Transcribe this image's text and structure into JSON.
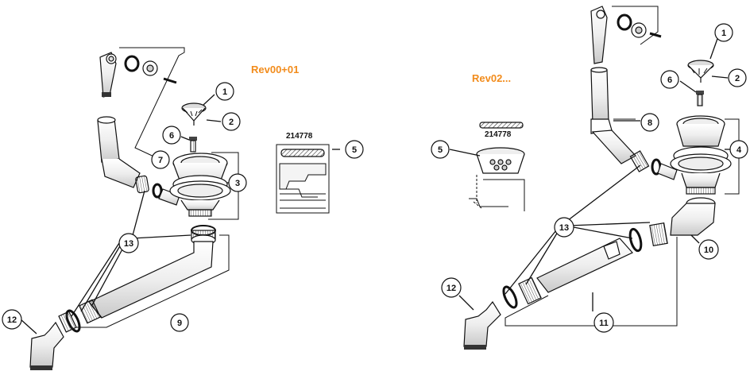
{
  "labels": {
    "rev_left": "Rev00+01",
    "rev_right": "Rev02...",
    "partno_left": "214778",
    "partno_right": "214778"
  },
  "callouts": {
    "left": {
      "c1": "1",
      "c2": "2",
      "c3": "3",
      "c5": "5",
      "c6": "6",
      "c7": "7",
      "c9": "9",
      "c12": "12",
      "c13": "13"
    },
    "right": {
      "c1": "1",
      "c2": "2",
      "c4": "4",
      "c5": "5",
      "c6": "6",
      "c8": "8",
      "c10": "10",
      "c11": "11",
      "c12": "12",
      "c13": "13"
    }
  },
  "colors": {
    "accent": "#f28c1c",
    "line": "#111111",
    "part_fill": "#f4f4f4"
  }
}
